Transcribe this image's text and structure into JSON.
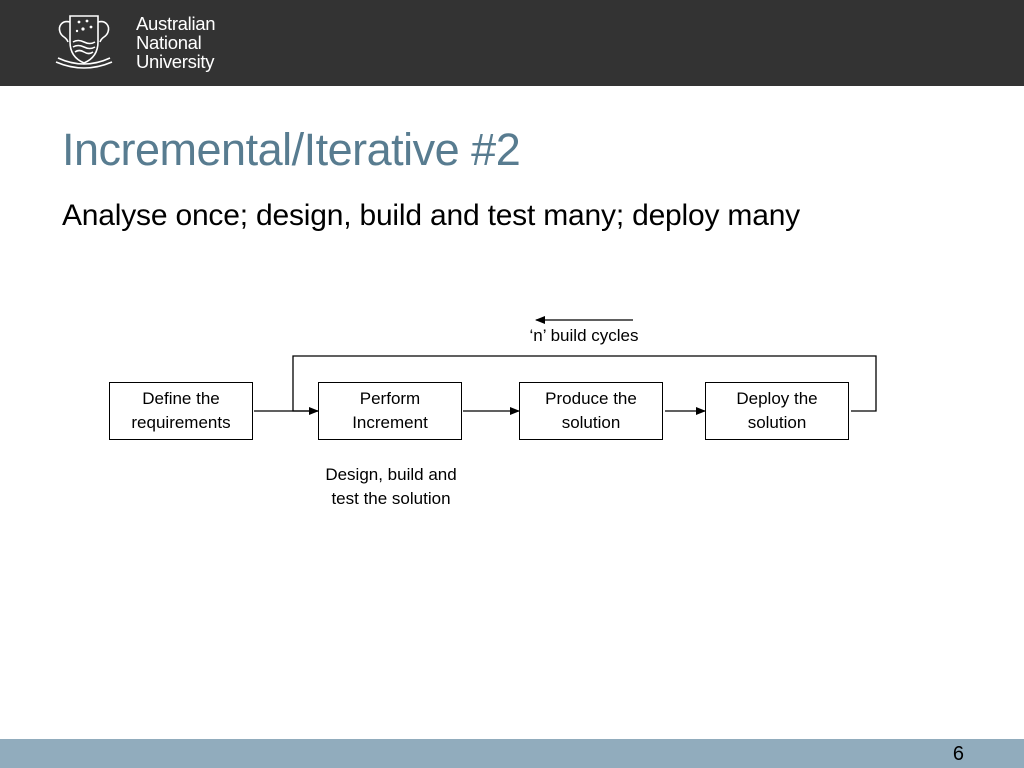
{
  "header": {
    "logo_lines": [
      "Australian",
      "National",
      "University"
    ],
    "crest_icon": "anu-crest-icon"
  },
  "slide": {
    "title": "Incremental/Iterative #2",
    "subtitle": "Analyse once; design, build and test many; deploy many"
  },
  "diagram": {
    "nodes": [
      {
        "id": "define",
        "label": "Define the\nrequirements"
      },
      {
        "id": "perform",
        "label": "Perform\nIncrement"
      },
      {
        "id": "produce",
        "label": "Produce the\nsolution"
      },
      {
        "id": "deploy",
        "label": "Deploy the\nsolution"
      }
    ],
    "edges": [
      {
        "from": "define",
        "to": "perform"
      },
      {
        "from": "perform",
        "to": "produce"
      },
      {
        "from": "produce",
        "to": "deploy"
      },
      {
        "from": "deploy",
        "to": "perform",
        "type": "loop"
      }
    ],
    "loop_label": "‘n’ build cycles",
    "perform_note": "Design, build and\ntest the solution"
  },
  "footer": {
    "page_number": "6"
  },
  "colors": {
    "header_bg": "#333333",
    "title": "#587c90",
    "footer_bg": "#91acbd"
  }
}
